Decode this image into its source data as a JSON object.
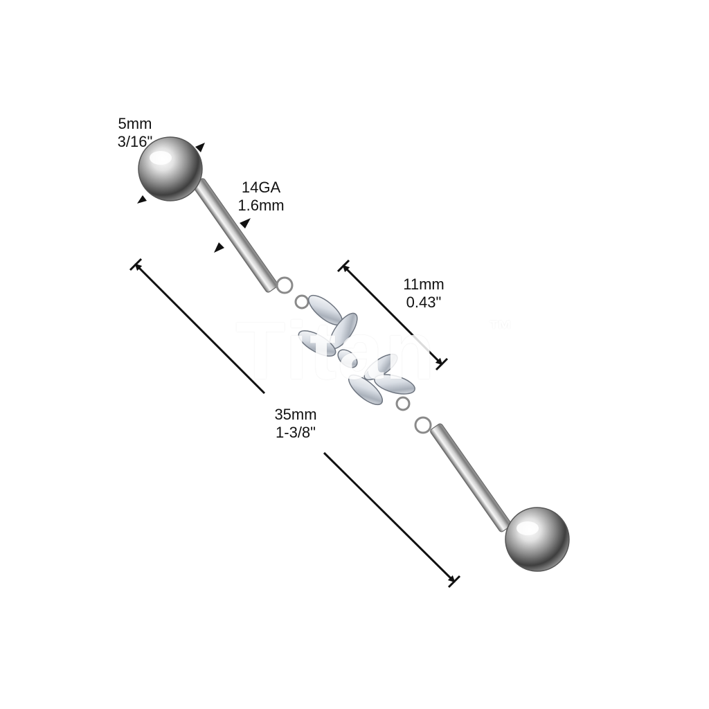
{
  "labels": {
    "ball_diameter_mm": "5mm",
    "ball_diameter_in": "3/16\"",
    "gauge": "14GA",
    "gauge_mm": "1.6mm",
    "charm_length_mm": "11mm",
    "charm_length_in": "0.43\"",
    "total_length_mm": "35mm",
    "total_length_in": "1-3/8\""
  },
  "watermark": {
    "text": "Titan",
    "trademark": "™"
  },
  "colors": {
    "dimension_line": "#111111",
    "metal_highlight": "#f4f4f4",
    "metal_shadow": "#5c5c5c",
    "crystal": "#e9edf2"
  }
}
